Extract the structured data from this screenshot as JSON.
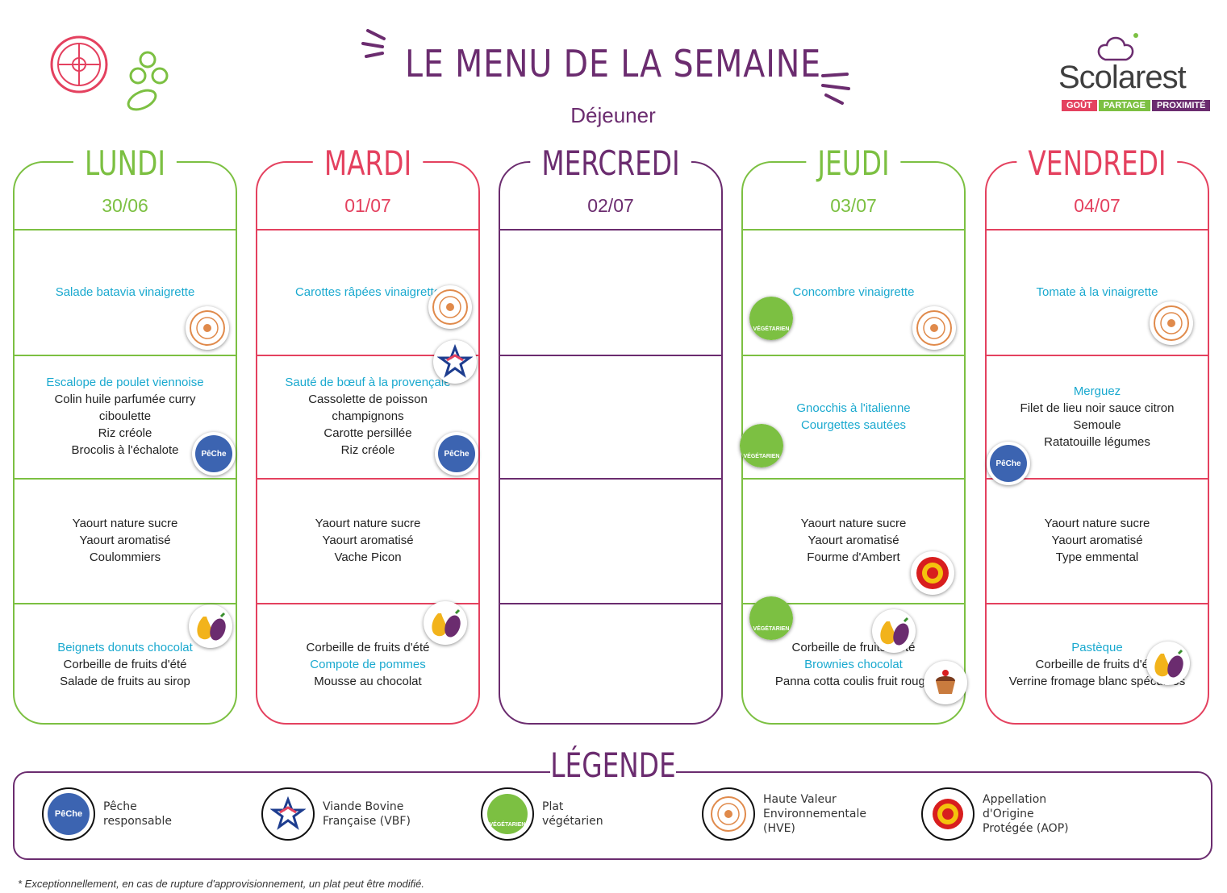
{
  "header": {
    "title": "LE MENU DE LA SEMAINE",
    "subtitle": "Déjeuner"
  },
  "brand": {
    "name": "Scolarest",
    "tagline": [
      "GOÛT",
      "PARTAGE",
      "PROXIMITÉ"
    ]
  },
  "colors": {
    "green": "#7cc042",
    "pink": "#e4415f",
    "purple": "#6b2c6f",
    "highlight": "#1aa9cf"
  },
  "days": [
    {
      "name": "LUNDI",
      "date": "30/06",
      "starter": [
        {
          "t": "Salade batavia vinaigrette",
          "hl": true
        }
      ],
      "main": [
        {
          "t": "Escalope de poulet viennoise",
          "hl": true
        },
        {
          "t": "Colin huile parfumée curry ciboulette"
        },
        {
          "t": "Riz créole"
        },
        {
          "t": "Brocolis à l'échalote"
        }
      ],
      "dairy": [
        {
          "t": "Yaourt nature sucre"
        },
        {
          "t": "Yaourt aromatisé"
        },
        {
          "t": "Coulommiers"
        }
      ],
      "dessert": [
        {
          "t": "Beignets donuts chocolat",
          "hl": true
        },
        {
          "t": "Corbeille de fruits d'été"
        },
        {
          "t": "Salade de fruits au sirop"
        }
      ]
    },
    {
      "name": "MARDI",
      "date": "01/07",
      "starter": [
        {
          "t": "Carottes râpées vinaigrette",
          "hl": true
        }
      ],
      "main": [
        {
          "t": "Sauté de bœuf à la provençale",
          "hl": true
        },
        {
          "t": "Cassolette de poisson champignons"
        },
        {
          "t": "Carotte persillée"
        },
        {
          "t": "Riz créole"
        }
      ],
      "dairy": [
        {
          "t": "Yaourt nature sucre"
        },
        {
          "t": "Yaourt aromatisé"
        },
        {
          "t": "Vache Picon"
        }
      ],
      "dessert": [
        {
          "t": "Corbeille de fruits d'été"
        },
        {
          "t": "Compote de pommes",
          "hl": true
        },
        {
          "t": "Mousse au chocolat"
        }
      ]
    },
    {
      "name": "MERCREDI",
      "date": "02/07",
      "starter": [],
      "main": [],
      "dairy": [],
      "dessert": []
    },
    {
      "name": "JEUDI",
      "date": "03/07",
      "starter": [
        {
          "t": "Concombre vinaigrette",
          "hl": true
        }
      ],
      "main": [
        {
          "t": "Gnocchis à l'italienne",
          "hl": true
        },
        {
          "t": "Courgettes sautées",
          "hl": true
        }
      ],
      "dairy": [
        {
          "t": "Yaourt nature sucre"
        },
        {
          "t": "Yaourt aromatisé"
        },
        {
          "t": "Fourme d'Ambert"
        }
      ],
      "dessert": [
        {
          "t": "Corbeille de fruits d'été"
        },
        {
          "t": "Brownies chocolat",
          "hl": true
        },
        {
          "t": "Panna cotta coulis fruit rouge"
        }
      ]
    },
    {
      "name": "VENDREDI",
      "date": "04/07",
      "starter": [
        {
          "t": "Tomate à la vinaigrette",
          "hl": true
        }
      ],
      "main": [
        {
          "t": "Merguez",
          "hl": true
        },
        {
          "t": "Filet de lieu noir sauce citron"
        },
        {
          "t": "Semoule"
        },
        {
          "t": "Ratatouille légumes"
        }
      ],
      "dairy": [
        {
          "t": "Yaourt nature sucre"
        },
        {
          "t": "Yaourt aromatisé"
        },
        {
          "t": "Type emmental"
        }
      ],
      "dessert": [
        {
          "t": "Pastèque",
          "hl": true
        },
        {
          "t": "Corbeille de fruits d'été"
        },
        {
          "t": "Verrine fromage blanc spéculoos"
        }
      ]
    }
  ],
  "badges": {
    "vegetarian": "VÉGÉTARIEN",
    "peche": "PêChe"
  },
  "legend": {
    "title": "LÉGENDE",
    "items": [
      {
        "icon": "peche-responsable-icon",
        "label": "Pêche responsable"
      },
      {
        "icon": "viande-bovine-icon",
        "label": "Viande Bovine Française (VBF)"
      },
      {
        "icon": "vegetarian-icon",
        "label": "Plat végétarien"
      },
      {
        "icon": "hve-icon",
        "label": "Haute Valeur Environnementale (HVE)"
      },
      {
        "icon": "aop-icon",
        "label": "Appellation d'Origine Protégée (AOP)"
      }
    ]
  },
  "footnote": "* Exceptionnellement, en cas de rupture d'approvisionnement, un plat peut être modifié."
}
